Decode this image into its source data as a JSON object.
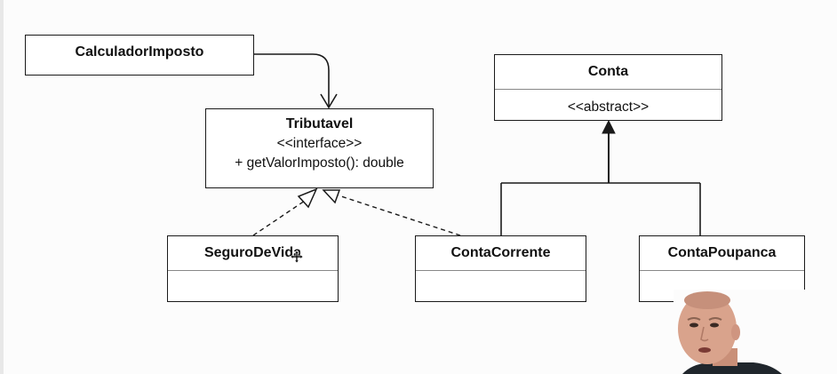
{
  "diagram": {
    "classes": {
      "calculador": {
        "name": "CalculadorImposto"
      },
      "tributavel": {
        "name": "Tributavel",
        "stereotype": "<<interface>>",
        "method": "+ getValorImposto(): double"
      },
      "conta": {
        "name": "Conta",
        "stereotype": "<<abstract>>"
      },
      "seguro": {
        "name": "SeguroDeVida"
      },
      "corrente": {
        "name": "ContaCorrente"
      },
      "poupanca": {
        "name": "ContaPoupanca"
      }
    },
    "relations": [
      {
        "from": "CalculadorImposto",
        "to": "Tributavel",
        "kind": "association"
      },
      {
        "from": "SeguroDeVida",
        "to": "Tributavel",
        "kind": "realization"
      },
      {
        "from": "ContaCorrente",
        "to": "Tributavel",
        "kind": "realization"
      },
      {
        "from": "ContaCorrente",
        "to": "Conta",
        "kind": "generalization"
      },
      {
        "from": "ContaPoupanca",
        "to": "Conta",
        "kind": "generalization"
      }
    ]
  },
  "colors": {
    "background": "#fcfcfc",
    "stroke": "#1a1a1a",
    "separator": "#888888"
  },
  "overlay": {
    "cursor_icon": "move-cursor-icon",
    "video": "presenter-webcam"
  }
}
